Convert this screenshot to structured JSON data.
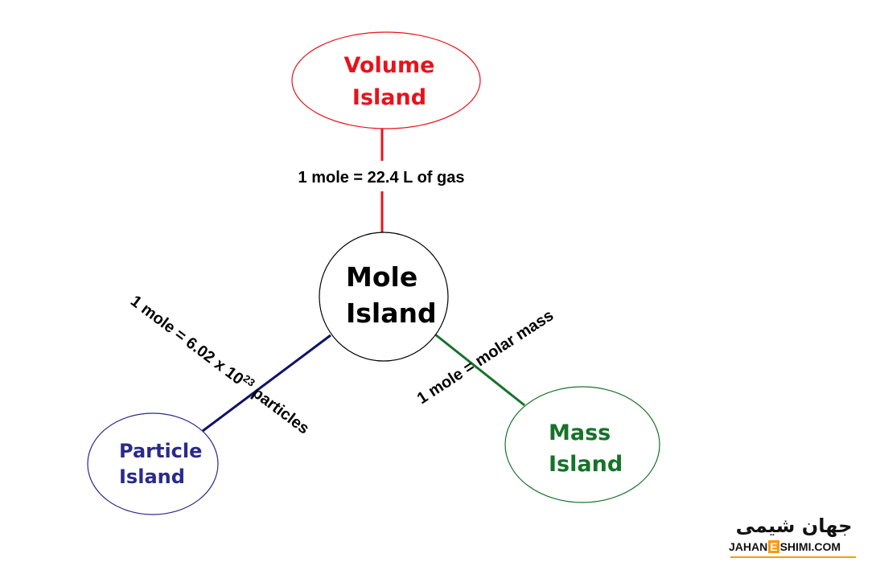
{
  "colors": {
    "volume": "#e8121b",
    "particle": "#2a2a8c",
    "mass": "#17722a",
    "mole": "#000000",
    "particle_line": "#0e1366",
    "logo_accent": "#f39c12"
  },
  "islands": {
    "mole": {
      "line1": "Mole",
      "line2": "Island"
    },
    "volume": {
      "line1": "Volume",
      "line2": "Island"
    },
    "particle": {
      "line1": "Particle",
      "line2": "Island"
    },
    "mass": {
      "line1": "Mass",
      "line2": "Island"
    }
  },
  "relations": {
    "volume": "1 mole = 22.4 L of gas",
    "particle": {
      "prefix": "1 mole = 6.02 x 10",
      "exponent": "23",
      "suffix": " particles"
    },
    "mass": "1 mole = molar mass"
  },
  "logo": {
    "persian": "جهان شیمی",
    "latin_left": "JAHAN",
    "latin_mid": "E",
    "latin_right": "SHIMI.COM"
  }
}
